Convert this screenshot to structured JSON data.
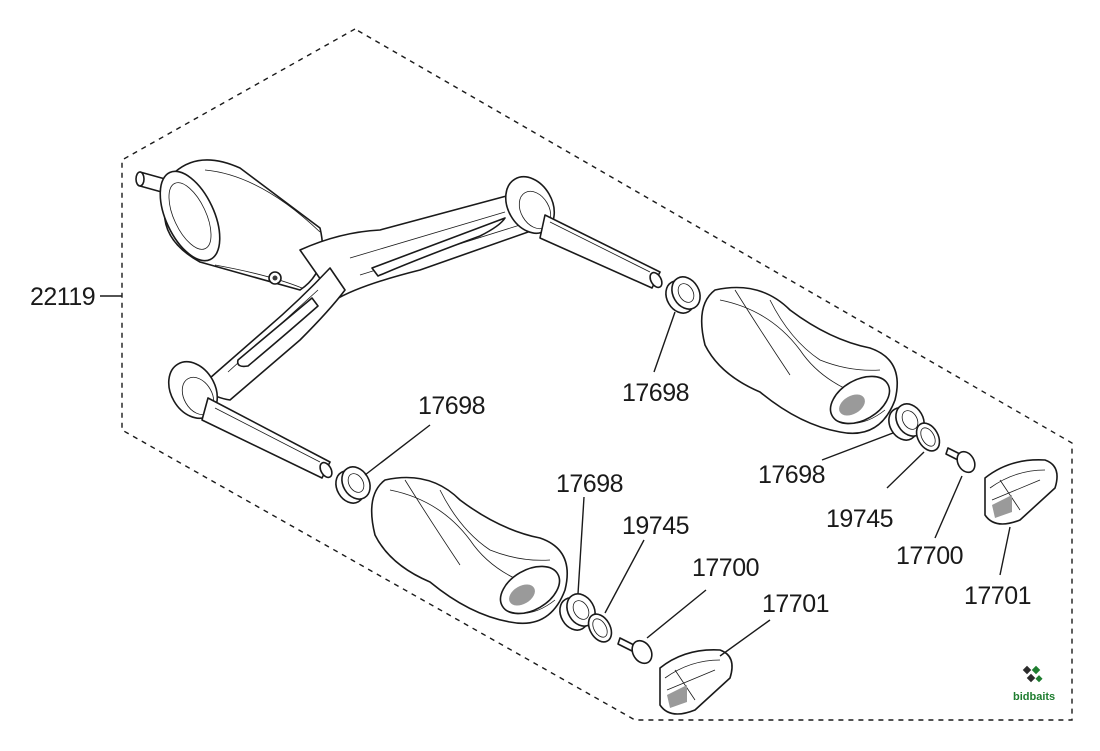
{
  "diagram": {
    "part_numbers": {
      "assembly": "22119",
      "collar_upper": "17698",
      "collar_left": "17698",
      "collar_lower": "17698",
      "collar_right": "17698",
      "washer_lower": "19745",
      "washer_right": "19745",
      "screw_lower": "17700",
      "screw_right": "17700",
      "cap_lower": "17701",
      "cap_right": "17701"
    }
  },
  "logo": {
    "text": "bidbaits",
    "colors": {
      "brand_green": "#1e7d2f",
      "icon_dark": "#2b2b2b"
    }
  },
  "colors": {
    "ink": "#1a1a1a",
    "background": "#ffffff"
  }
}
